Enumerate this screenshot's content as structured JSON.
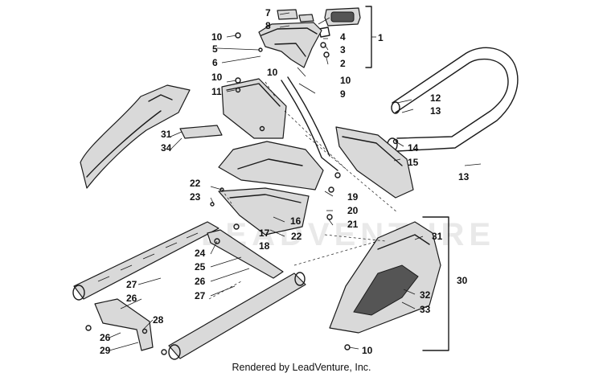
{
  "callouts": [
    {
      "id": "c1",
      "text": "1"
    },
    {
      "id": "c2",
      "text": "2"
    },
    {
      "id": "c3",
      "text": "3"
    },
    {
      "id": "c4",
      "text": "4"
    },
    {
      "id": "c5",
      "text": "5"
    },
    {
      "id": "c6",
      "text": "6"
    },
    {
      "id": "c7",
      "text": "7"
    },
    {
      "id": "c8",
      "text": "8"
    },
    {
      "id": "c9",
      "text": "9"
    },
    {
      "id": "c10a",
      "text": "10"
    },
    {
      "id": "c10b",
      "text": "10"
    },
    {
      "id": "c10c",
      "text": "10"
    },
    {
      "id": "c10d",
      "text": "10"
    },
    {
      "id": "c10e",
      "text": "10"
    },
    {
      "id": "c11",
      "text": "11"
    },
    {
      "id": "c12",
      "text": "12"
    },
    {
      "id": "c13a",
      "text": "13"
    },
    {
      "id": "c13b",
      "text": "13"
    },
    {
      "id": "c14",
      "text": "14"
    },
    {
      "id": "c15",
      "text": "15"
    },
    {
      "id": "c16",
      "text": "16"
    },
    {
      "id": "c17",
      "text": "17"
    },
    {
      "id": "c18",
      "text": "18"
    },
    {
      "id": "c19",
      "text": "19"
    },
    {
      "id": "c20",
      "text": "20"
    },
    {
      "id": "c21",
      "text": "21"
    },
    {
      "id": "c22a",
      "text": "22"
    },
    {
      "id": "c22b",
      "text": "22"
    },
    {
      "id": "c23",
      "text": "23"
    },
    {
      "id": "c24",
      "text": "24"
    },
    {
      "id": "c25",
      "text": "25"
    },
    {
      "id": "c26a",
      "text": "26"
    },
    {
      "id": "c26b",
      "text": "26"
    },
    {
      "id": "c26c",
      "text": "26"
    },
    {
      "id": "c27a",
      "text": "27"
    },
    {
      "id": "c27b",
      "text": "27"
    },
    {
      "id": "c28",
      "text": "28"
    },
    {
      "id": "c29",
      "text": "29"
    },
    {
      "id": "c30",
      "text": "30"
    },
    {
      "id": "c31a",
      "text": "31"
    },
    {
      "id": "c31b",
      "text": "31"
    },
    {
      "id": "c32",
      "text": "32"
    },
    {
      "id": "c33",
      "text": "33"
    },
    {
      "id": "c34",
      "text": "34"
    }
  ],
  "watermark_text": "LEADVENTURE",
  "footer_text": "Rendered by LeadVenture, Inc."
}
